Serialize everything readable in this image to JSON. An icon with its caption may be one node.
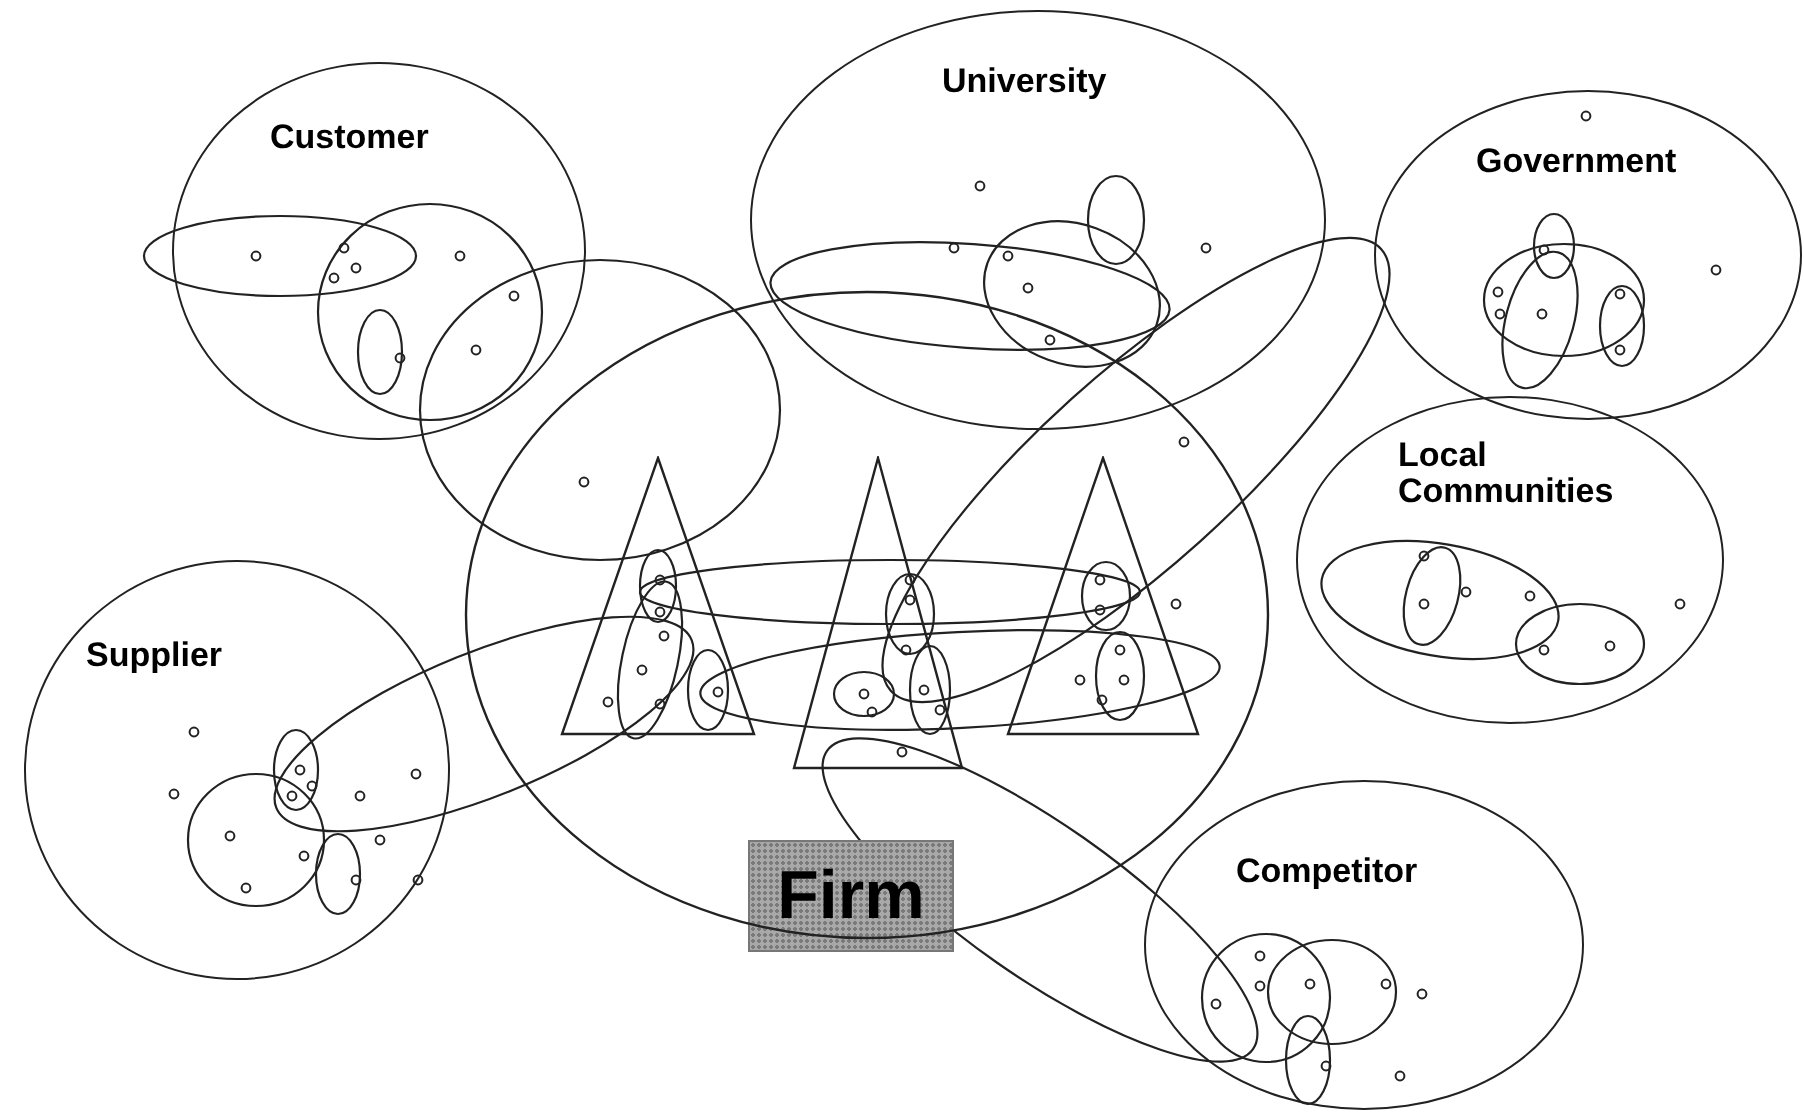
{
  "diagram": {
    "nodes": [
      {
        "text": [
          "Customer"
        ]
      },
      {
        "text": [
          "University"
        ]
      },
      {
        "text": [
          "Government"
        ]
      },
      {
        "text": [
          "Local Communities"
        ]
      },
      {
        "text": [
          "Supplier"
        ]
      },
      {
        "text": [
          "Competitor"
        ]
      },
      {
        "text": [
          "Firm"
        ]
      },
      {
        "text": [],
        "shape": "ellipse"
      },
      {
        "text": [],
        "shape": "triangle",
        "in": 7
      },
      {
        "text": [],
        "shape": "triangle",
        "in": 7
      },
      {
        "text": [],
        "shape": "triangle",
        "in": 7
      }
    ]
  }
}
